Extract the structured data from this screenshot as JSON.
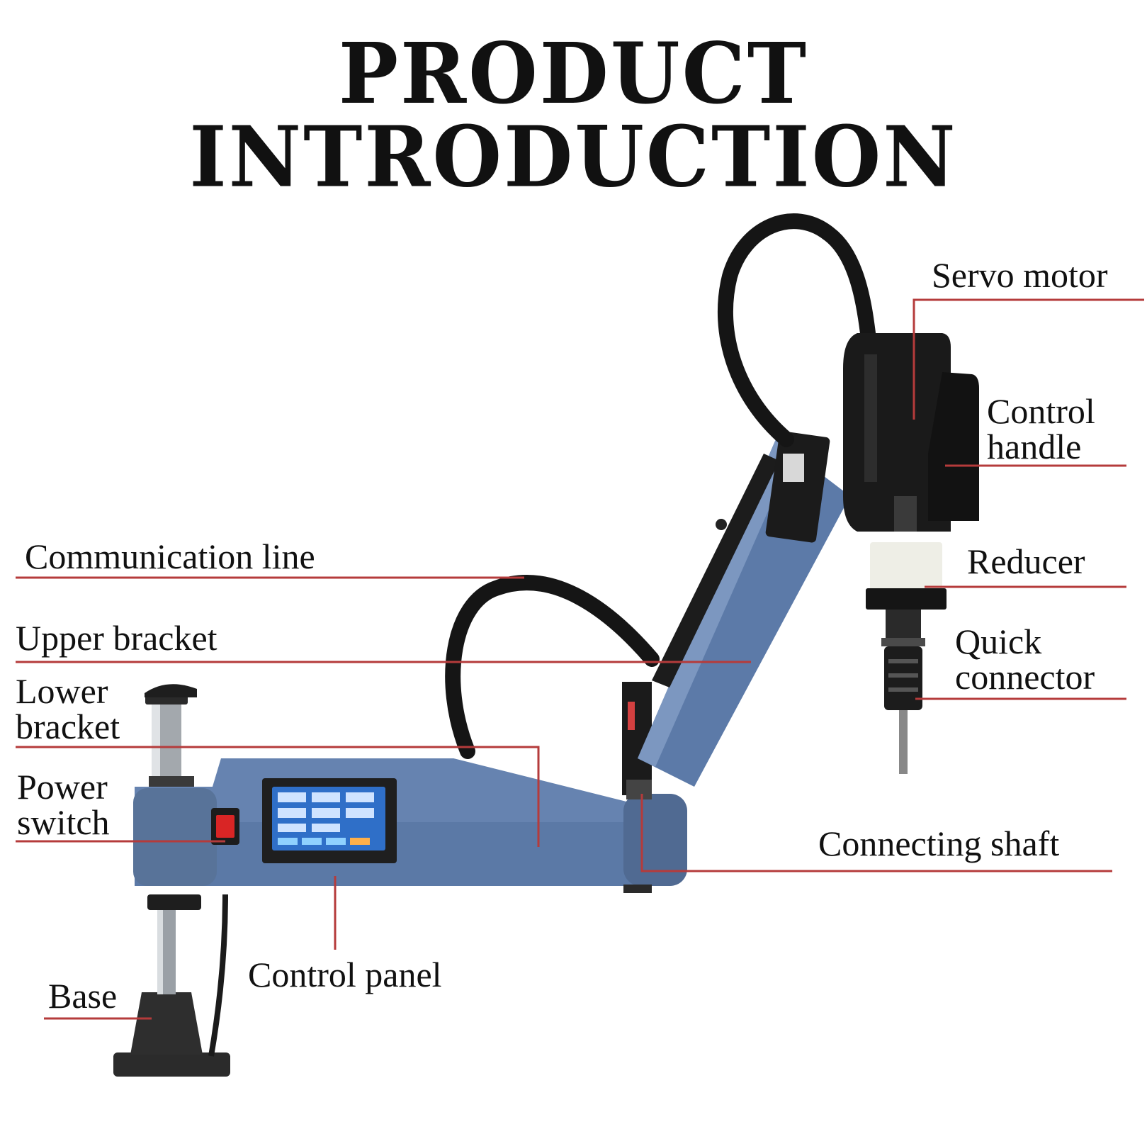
{
  "title": "PRODUCT INTRODUCTION",
  "labels": {
    "servo_motor": "Servo motor",
    "control_handle": [
      "Control",
      "handle"
    ],
    "reducer": "Reducer",
    "quick_connector": [
      "Quick",
      "connector"
    ],
    "communication_line": "Communication line",
    "upper_bracket": "Upper bracket",
    "lower_bracket": [
      "Lower",
      "bracket"
    ],
    "power_switch": [
      "Power",
      "switch"
    ],
    "connecting_shaft": "Connecting shaft",
    "control_panel": "Control panel",
    "base": "Base"
  },
  "colors": {
    "leader_line": "#b53b3b",
    "machine_body": "#5b79a6",
    "machine_dark": "#1a1a1a",
    "reducer": "#efefe8",
    "screen": "#3a7fd6"
  }
}
